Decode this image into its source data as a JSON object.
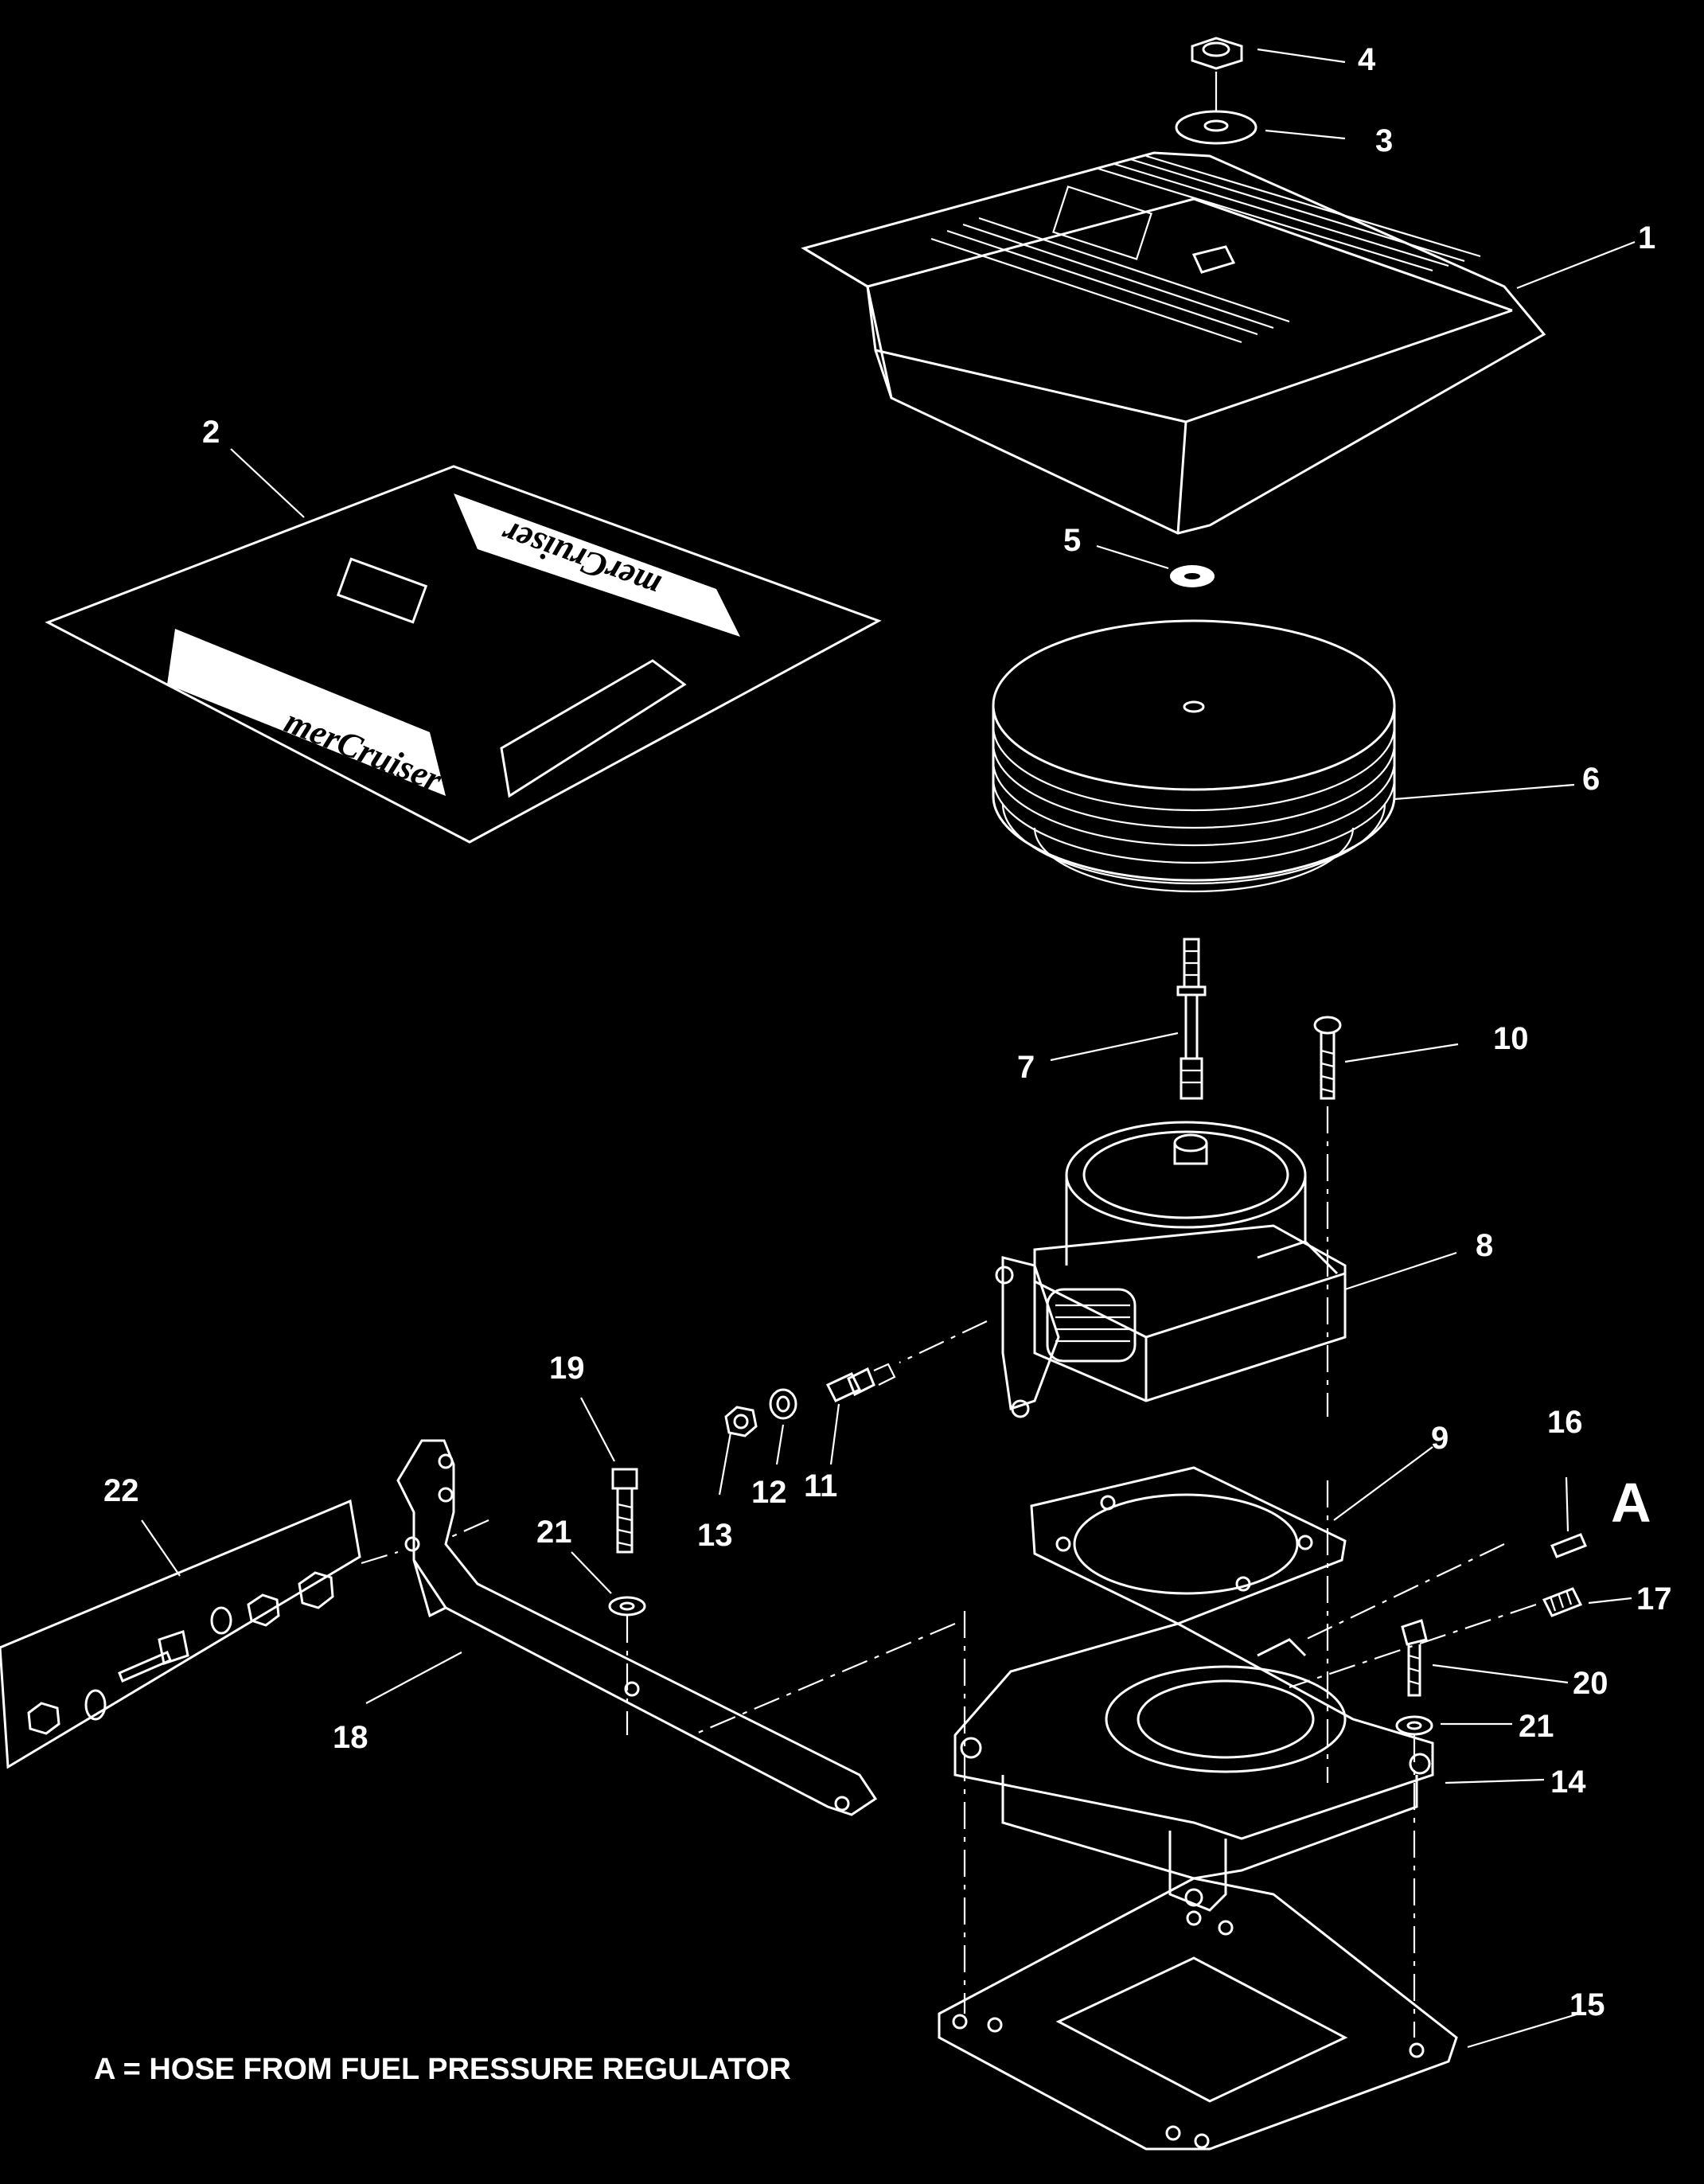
{
  "diagram": {
    "callouts": [
      "1",
      "2",
      "3",
      "4",
      "5",
      "6",
      "7",
      "8",
      "9",
      "10",
      "11",
      "12",
      "13",
      "14",
      "15",
      "16",
      "17",
      "18",
      "19",
      "20",
      "21",
      "21",
      "22"
    ],
    "hose_marker": "A",
    "note": "A = HOSE FROM FUEL PRESSURE REGULATOR",
    "decal_brand": "merCruiser"
  }
}
